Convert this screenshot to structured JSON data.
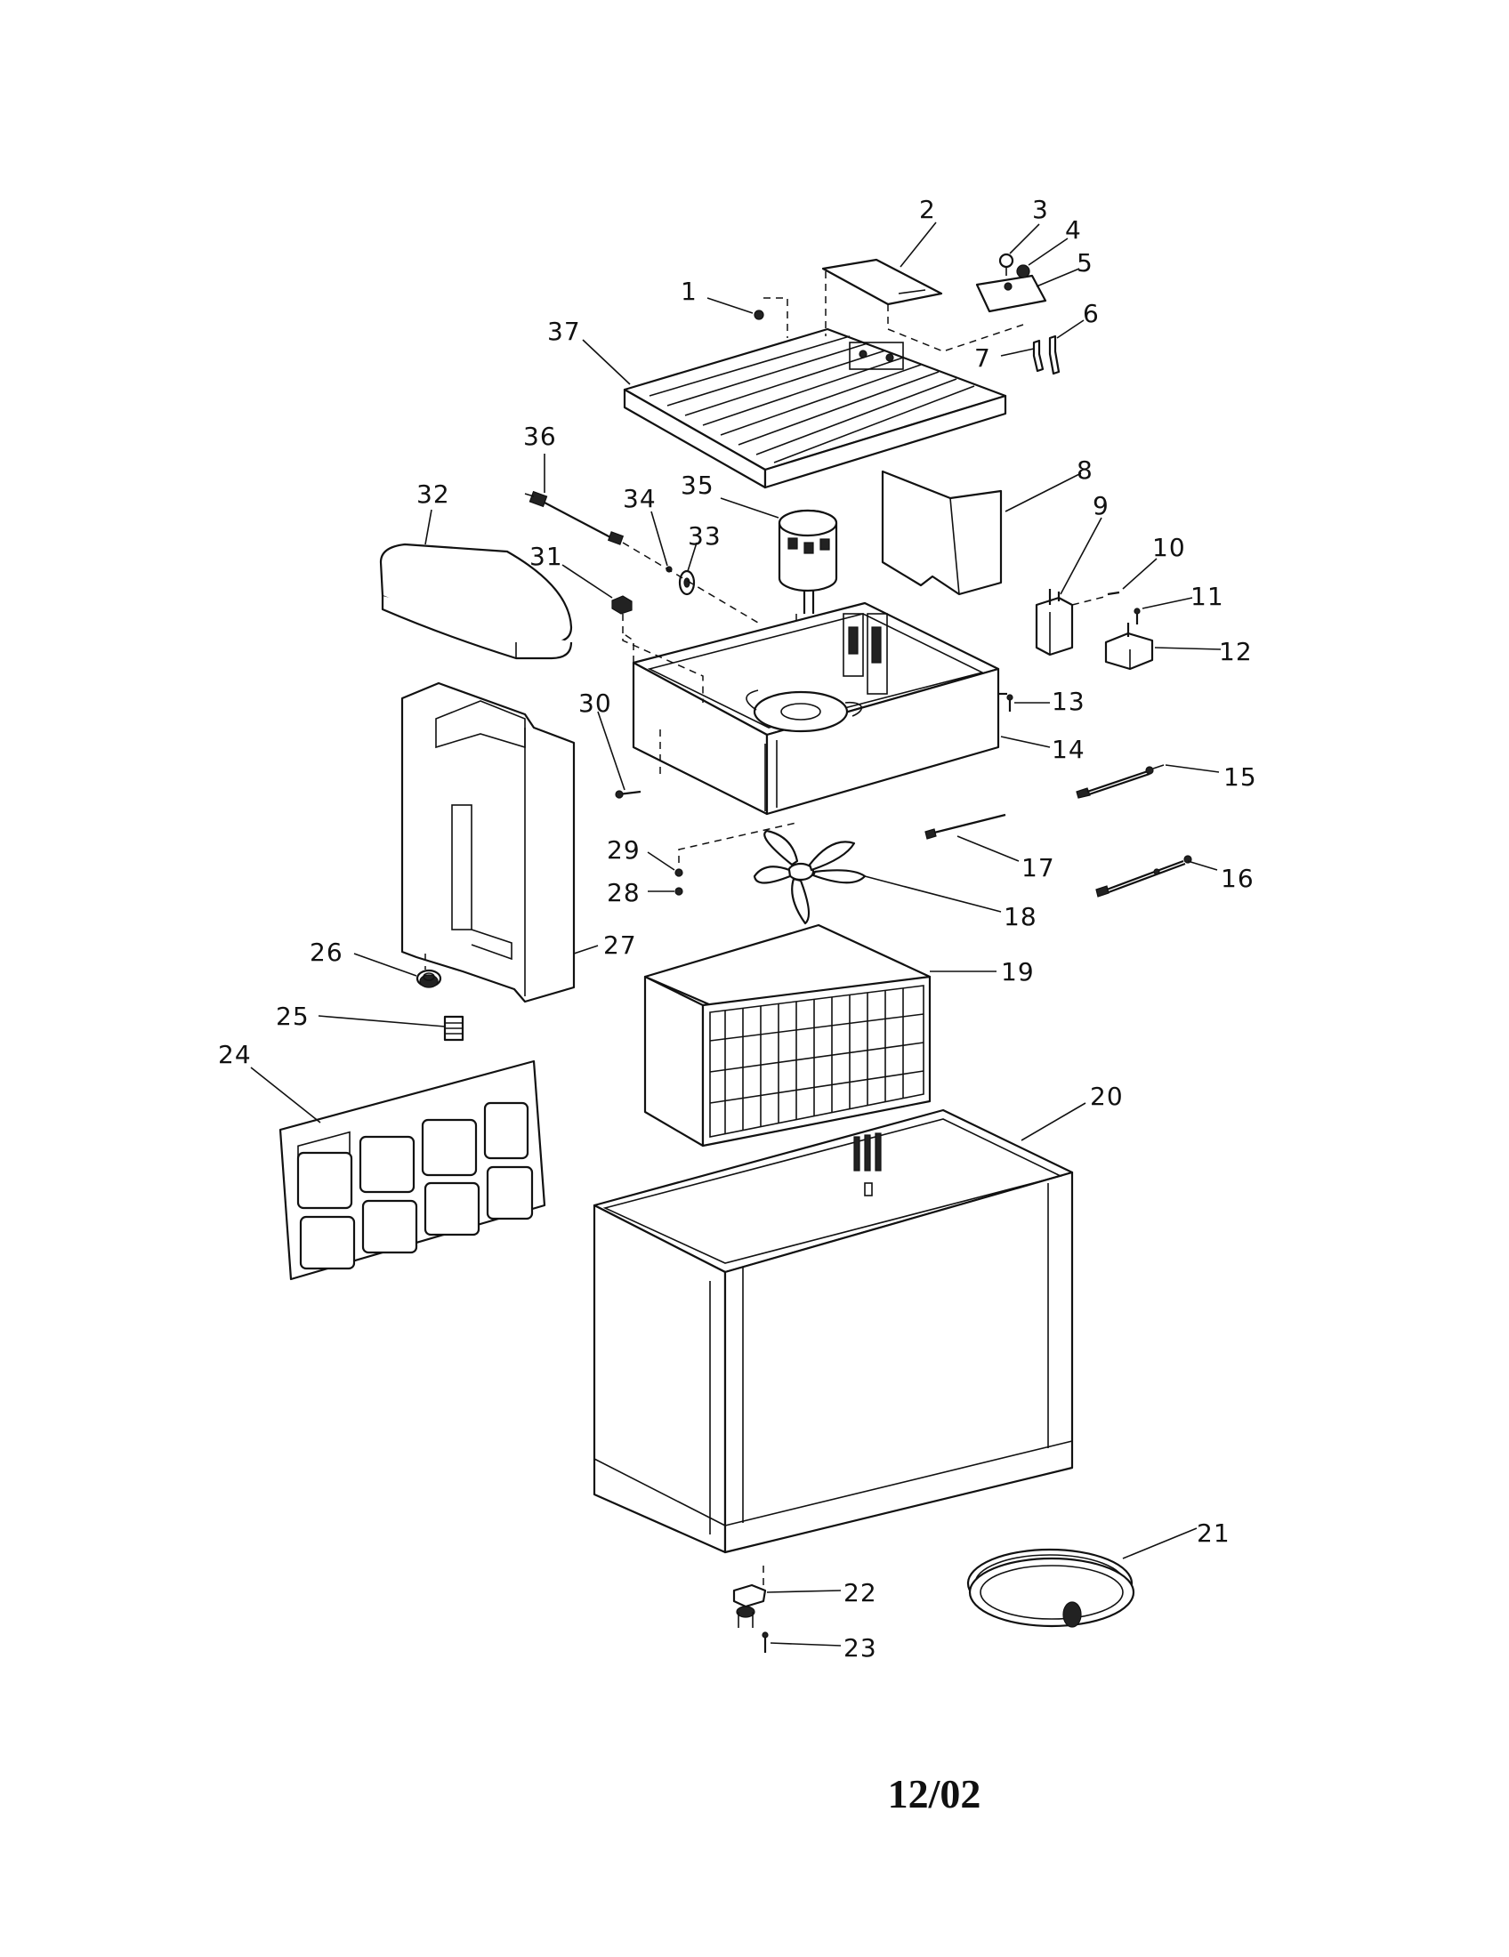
{
  "date_code": "12/02",
  "callouts": [
    "1",
    "2",
    "3",
    "4",
    "5",
    "6",
    "7",
    "8",
    "9",
    "10",
    "11",
    "12",
    "13",
    "14",
    "15",
    "16",
    "17",
    "18",
    "19",
    "20",
    "21",
    "22",
    "23",
    "24",
    "25",
    "26",
    "27",
    "28",
    "29",
    "30",
    "31",
    "32",
    "33",
    "34",
    "35",
    "36",
    "37"
  ]
}
